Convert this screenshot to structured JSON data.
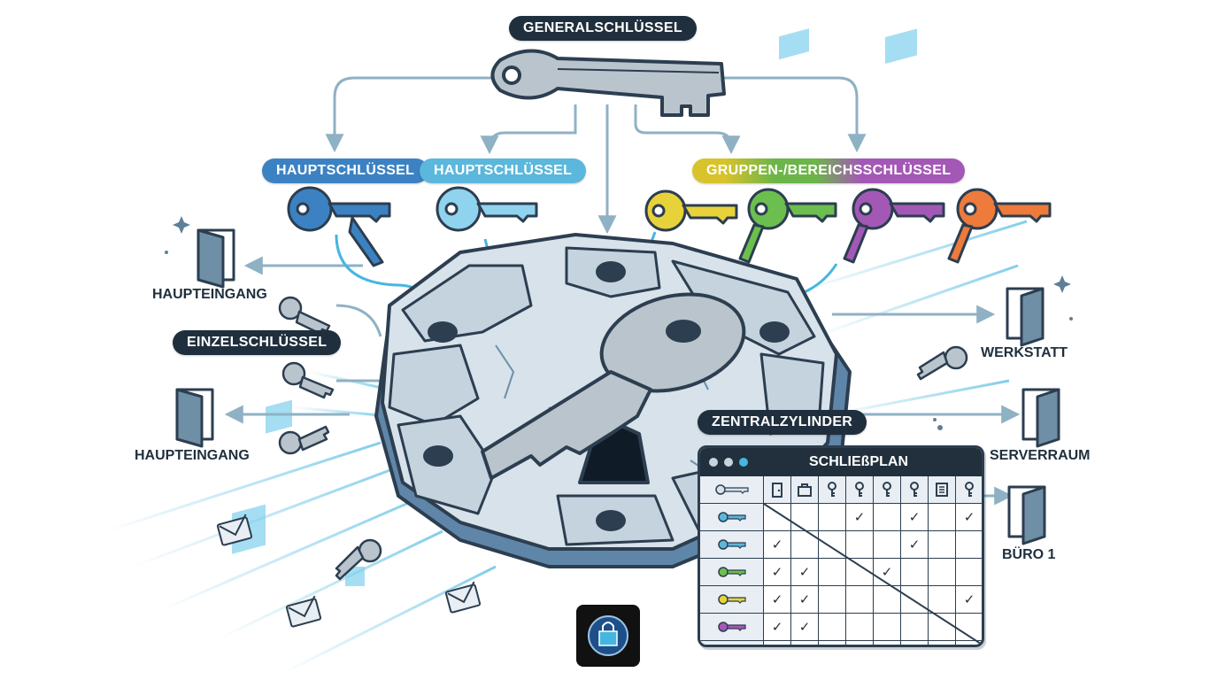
{
  "labels": {
    "master": "GENERALSCHLÜSSEL",
    "main_key_1": "HAUPTSCHLÜSSEL",
    "main_key_2": "HAUPTSCHLÜSSEL",
    "group_keys": "GRUPPEN-/BEREICHSSCHLÜSSEL",
    "single_key": "EINZELSCHLÜSSEL",
    "central_cylinder": "ZENTRALZYLINDER"
  },
  "doors": {
    "left_top": "HAUPTEINGANG",
    "left_bottom": "HAUPTEINGANG",
    "right_1": "WERKSTATT",
    "right_2": "SERVERRAUM",
    "right_3": "BÜRO 1"
  },
  "colors": {
    "dark": "#1f2f3d",
    "main_blue": "#3c82c3",
    "main_sky": "#5bb7dc",
    "group_yellow": "#e8d23a",
    "group_green": "#6cbf4e",
    "group_purple": "#a458b6",
    "group_orange": "#ee7a3c",
    "master_gray": "#b9c4cc"
  },
  "locking_plan": {
    "title": "SCHLIEßPLAN",
    "column_icons": [
      "door-icon",
      "briefcase-icon",
      "key-icon",
      "key-icon",
      "key-icon",
      "key-icon",
      "document-icon",
      "key-icon"
    ],
    "row_key_colors": [
      "#5bb7dc",
      "#5bb7dc",
      "#6cbf4e",
      "#e8d23a",
      "#a458b6",
      "#ee7a3c"
    ],
    "rows": [
      [
        "",
        "",
        "",
        "✓",
        "",
        "✓",
        "",
        "✓"
      ],
      [
        "✓",
        "",
        "",
        "",
        "",
        "✓",
        "",
        ""
      ],
      [
        "✓",
        "✓",
        "",
        "",
        "✓",
        "",
        "",
        ""
      ],
      [
        "✓",
        "✓",
        "",
        "",
        "",
        "",
        "",
        "✓"
      ],
      [
        "✓",
        "✓",
        "",
        "",
        "",
        "",
        "",
        ""
      ],
      [
        "✓",
        "",
        "",
        "",
        "",
        "",
        "",
        ""
      ]
    ]
  }
}
